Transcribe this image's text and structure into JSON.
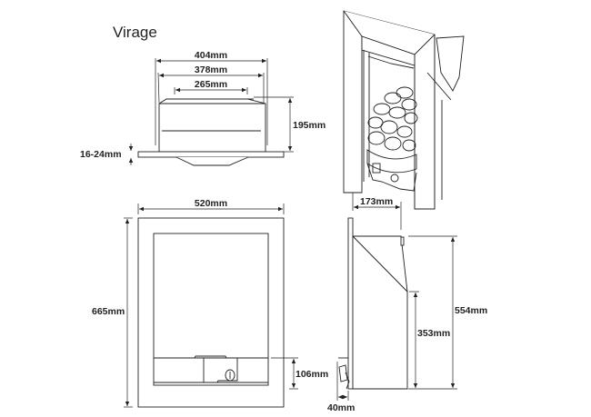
{
  "title": "Virage",
  "top_view": {
    "width_outer": "404mm",
    "width_mid": "378mm",
    "width_inner": "265mm",
    "depth": "195mm",
    "flange": "16-24mm"
  },
  "front_view": {
    "width": "520mm",
    "height": "665mm",
    "control_panel_height": "106mm"
  },
  "side_view": {
    "depth": "173mm",
    "height": "554mm",
    "lower_height": "353mm",
    "knob_projection": "40mm"
  }
}
